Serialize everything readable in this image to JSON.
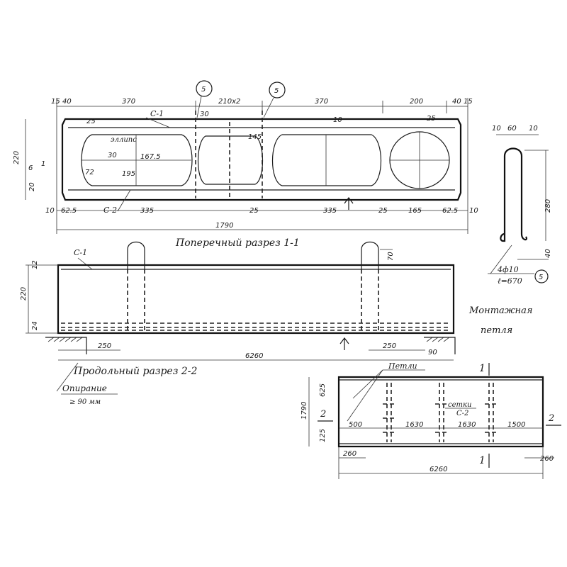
{
  "section_1_1": {
    "title": "Поперечный разрез 1-1",
    "top_dims": [
      "15",
      "40",
      "370",
      "210х2",
      "370",
      "200",
      "40",
      "15"
    ],
    "bottom_dims": [
      "10",
      "62.5",
      "335",
      "25",
      "335",
      "25",
      "165",
      "62.5",
      "10"
    ],
    "overall_width": "1790",
    "height": "220",
    "left_dims": [
      "6",
      "1",
      "20"
    ],
    "labels": {
      "mesh_top": "С-1",
      "mesh_bottom": "С-2",
      "ellipse": "эллипс"
    },
    "ellipse_dims": [
      "25",
      "72",
      "30",
      "167.5",
      "195",
      "30",
      "145",
      "10",
      "25"
    ],
    "loop_marker": "5"
  },
  "section_2_2": {
    "title": "Продольный разрез 2-2",
    "mesh_label": "С-1",
    "height": "220",
    "top_dim": "12",
    "bottom_dim": "24",
    "loop_dim": "70",
    "overall_length": "6260",
    "left_support": "250",
    "right_support": "250",
    "support_depth": "90",
    "support_title": "Опирание",
    "support_note": "≥ 90 мм"
  },
  "loop_detail": {
    "top_dims": [
      "10",
      "60",
      "10"
    ],
    "height": "280",
    "bottom_dim": "40",
    "bar_spec": "4ф10",
    "bar_length": "ℓ=670",
    "marker": "5",
    "title_line1": "Монтажная",
    "title_line2": "петля"
  },
  "plan_view": {
    "section_mark_top": "1",
    "section_mark_bottom": "1",
    "section_mark_side": "2",
    "loops_label": "Петли",
    "mesh_label_line1": "сетки",
    "mesh_label_line2": "С-2",
    "width": "1790",
    "left_dims": [
      "625",
      "125"
    ],
    "spans": [
      "500",
      "1630",
      "1630",
      "1500"
    ],
    "right_end": "260",
    "left_end": "260",
    "overall_length": "6260"
  }
}
